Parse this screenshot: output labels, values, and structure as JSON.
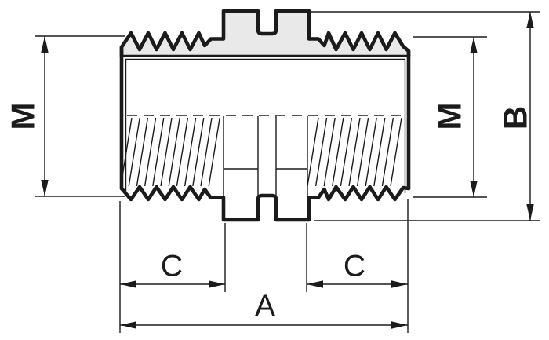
{
  "drawing": {
    "labels": {
      "m_left": "M",
      "m_right": "M",
      "b": "B",
      "c_left": "C",
      "c_right": "C",
      "a": "A"
    }
  },
  "colors": {
    "line": "#1b1b1b",
    "thread_fill": "#e9e9e9",
    "background": "#ffffff"
  }
}
